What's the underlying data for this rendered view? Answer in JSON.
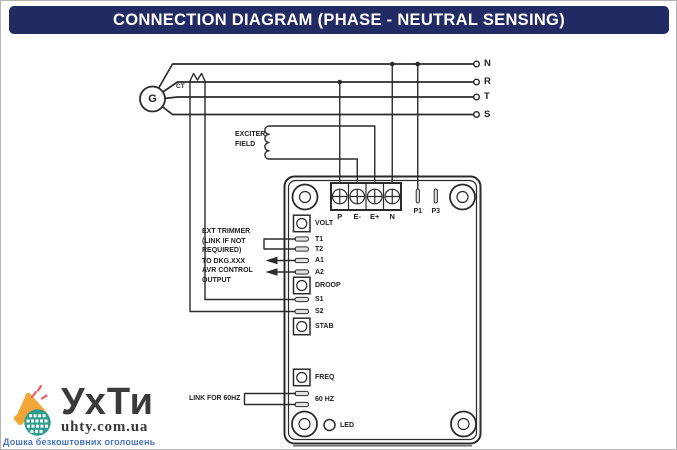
{
  "header": {
    "title": "CONNECTION DIAGRAM (PHASE - NEUTRAL SENSING)"
  },
  "diagram": {
    "generator_label": "G",
    "ct_label": "CT",
    "line_terminals": [
      "N",
      "R",
      "T",
      "S"
    ],
    "exciter_label": "EXCITER\nFIELD",
    "annotations": {
      "ext_trimmer": "EXT TRIMMER\n(LINK IF NOT\nREQUIRED)",
      "avr_control": "TO DKG.XXX\nAVR CONTROL\nOUTPUT",
      "link_60hz": "LINK FOR 60HZ"
    },
    "avr": {
      "power_terminals": [
        "P",
        "E-",
        "E+",
        "N"
      ],
      "sensing_terminals": [
        "P1",
        "P3"
      ],
      "side_terminals": [
        "VOLT",
        "T1",
        "T2",
        "A1",
        "A2",
        "DROOP",
        "S1",
        "S2",
        "STAB"
      ],
      "freq_label": "FREQ",
      "hz_label": "60 HZ",
      "led_label": "LED"
    }
  },
  "watermark": {
    "brand": "УхТи",
    "site": "uhty.com.ua",
    "tagline": "Дошка безкоштовних оголошень"
  },
  "colors": {
    "title_bar": "#212a63",
    "ink": "#2b2b2b",
    "megaphone": "#f2a637",
    "globe": "#2f9d8f",
    "sound": "#e86060",
    "brand_text": "#3a3a3a",
    "tagline_text": "#4a73bd"
  }
}
